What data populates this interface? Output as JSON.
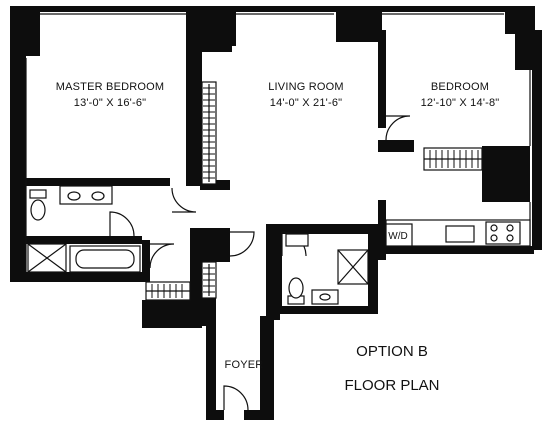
{
  "rooms": {
    "master_bedroom": {
      "name": "MASTER BEDROOM",
      "size": "13'-0\" X 16'-6\""
    },
    "living_room": {
      "name": "LIVING ROOM",
      "size": "14'-0\" X 21'-6\""
    },
    "bedroom": {
      "name": "BEDROOM",
      "size": "12'-10\" X 14'-8\""
    },
    "foyer": {
      "name": "FOYER"
    }
  },
  "appliance": {
    "washer_dryer": "W/D"
  },
  "plan_title": {
    "option": "OPTION B",
    "subtitle": "FLOOR PLAN"
  }
}
